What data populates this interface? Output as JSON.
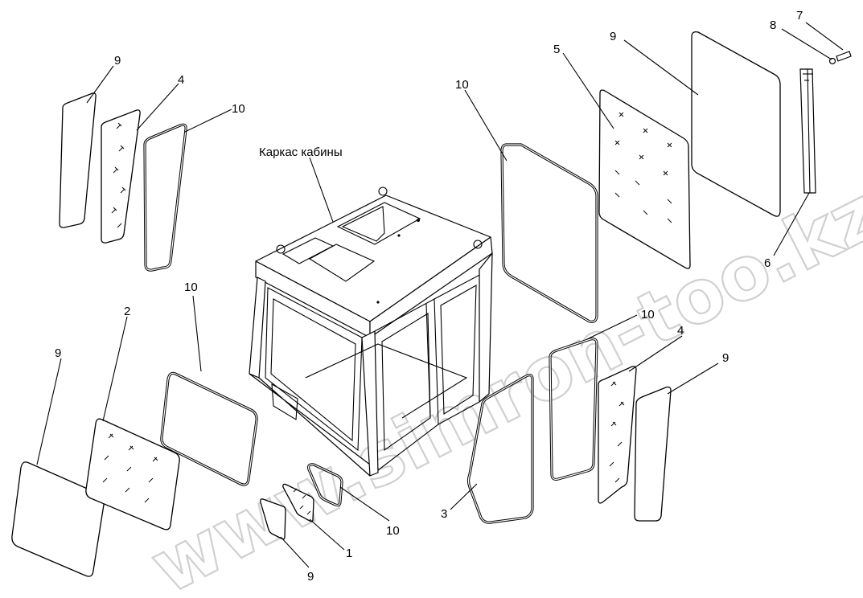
{
  "diagram": {
    "title_label": "Каркас кабины",
    "watermark": "www.simron-too.kz",
    "callouts": [
      {
        "id": "c9a",
        "text": "9"
      },
      {
        "id": "c4a",
        "text": "4"
      },
      {
        "id": "c10a",
        "text": "10"
      },
      {
        "id": "c10b",
        "text": "10"
      },
      {
        "id": "c5",
        "text": "5"
      },
      {
        "id": "c9b",
        "text": "9"
      },
      {
        "id": "c8",
        "text": "8"
      },
      {
        "id": "c7",
        "text": "7"
      },
      {
        "id": "c6",
        "text": "6"
      },
      {
        "id": "c10c",
        "text": "10"
      },
      {
        "id": "c2",
        "text": "2"
      },
      {
        "id": "c9c",
        "text": "9"
      },
      {
        "id": "c10d",
        "text": "10"
      },
      {
        "id": "c4b",
        "text": "4"
      },
      {
        "id": "c9d",
        "text": "9"
      },
      {
        "id": "c3",
        "text": "3"
      },
      {
        "id": "c10e",
        "text": "10"
      },
      {
        "id": "c1",
        "text": "1"
      },
      {
        "id": "c9e",
        "text": "9"
      }
    ]
  }
}
